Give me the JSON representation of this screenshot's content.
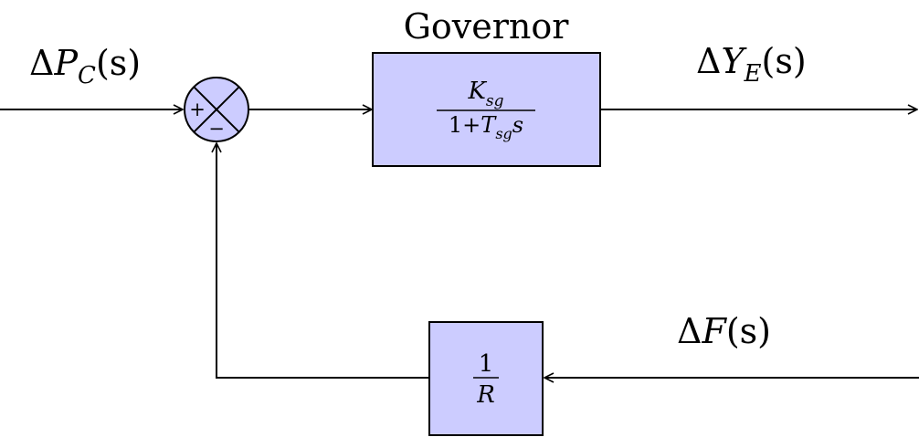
{
  "colors": {
    "block_fill": "#ccccff",
    "stroke": "#000000",
    "background": "#ffffff"
  },
  "labels": {
    "input": {
      "delta": "Δ",
      "var": "P",
      "sub": "C",
      "arg": "(s)"
    },
    "output": {
      "delta": "Δ",
      "var": "Y",
      "sub": "E",
      "arg": "(s)"
    },
    "feedback_input": {
      "delta": "Δ",
      "var": "F",
      "arg": "(s)"
    }
  },
  "governor": {
    "title": "Governor",
    "numerator": {
      "var": "K",
      "sub": "sg"
    },
    "denominator": {
      "prefix": "1+",
      "var": "T",
      "sub": "sg",
      "suffix": "s"
    }
  },
  "feedback_block": {
    "numerator": "1",
    "denominator": "R"
  },
  "summing_junction": {
    "plus": "+",
    "minus": "−"
  }
}
